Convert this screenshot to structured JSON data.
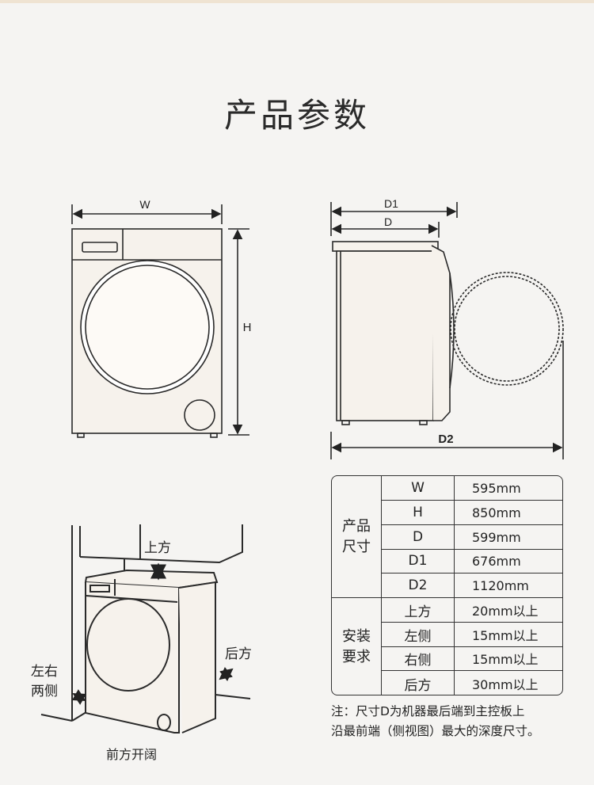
{
  "title": "产品参数",
  "front_view": {
    "width_label": "W",
    "height_label": "H"
  },
  "side_view": {
    "d1_label": "D1",
    "d_label": "D",
    "d2_label": "D2"
  },
  "install_view": {
    "top_label": "上方",
    "back_label": "后方",
    "sides_label_line1": "左右",
    "sides_label_line2": "两侧",
    "front_label": "前方开阔"
  },
  "table": {
    "groups": [
      {
        "label_line1": "产品",
        "label_line2": "尺寸",
        "rows": [
          {
            "key": "W",
            "value": "595mm"
          },
          {
            "key": "H",
            "value": "850mm"
          },
          {
            "key": "D",
            "value": "599mm"
          },
          {
            "key": "D1",
            "value": "676mm"
          },
          {
            "key": "D2",
            "value": "1120mm"
          }
        ]
      },
      {
        "label_line1": "安装",
        "label_line2": "要求",
        "rows": [
          {
            "key": "上方",
            "value": "20mm以上"
          },
          {
            "key": "左侧",
            "value": "15mm以上"
          },
          {
            "key": "右侧",
            "value": "15mm以上"
          },
          {
            "key": "后方",
            "value": "30mm以上"
          }
        ]
      }
    ]
  },
  "note": {
    "line1": "注：尺寸D为机器最后端到主控板上",
    "line2": "沿最前端（侧视图）最大的深度尺寸。"
  }
}
